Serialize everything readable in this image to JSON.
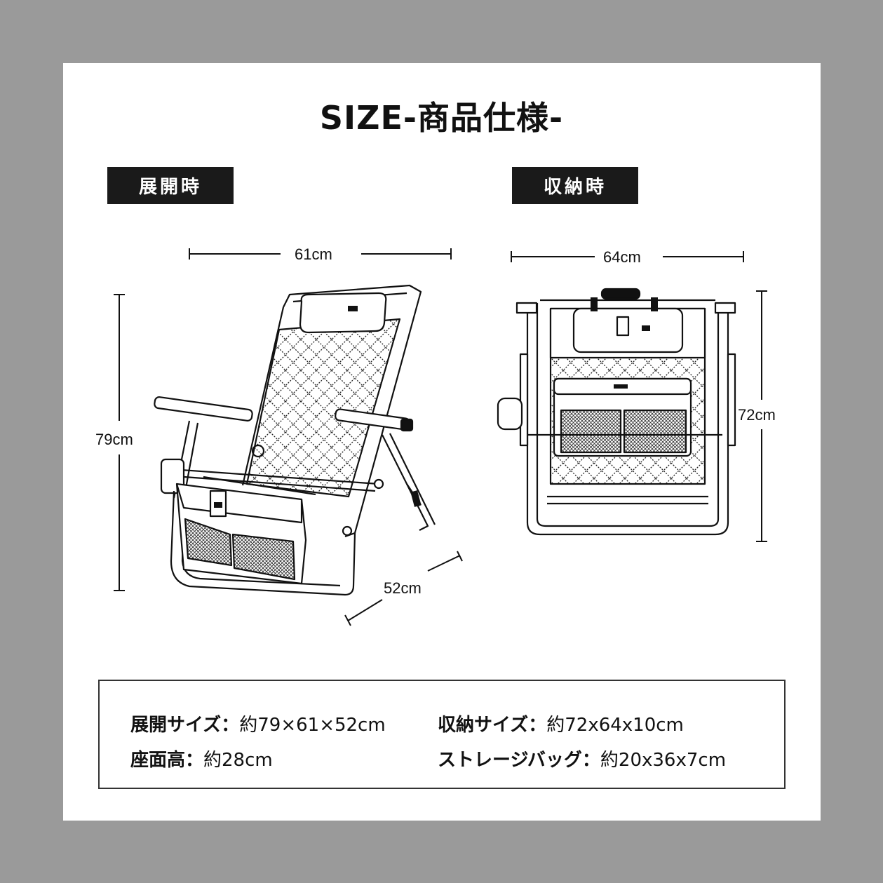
{
  "title": "SIZE-商品仕様-",
  "sections": {
    "open": {
      "label": "展開時",
      "width": "61cm",
      "height": "79cm",
      "depth": "52cm"
    },
    "stored": {
      "label": "収納時",
      "width": "64cm",
      "height": "72cm"
    }
  },
  "specs": [
    {
      "key": "展開サイズ：",
      "value": "約79×61×52cm"
    },
    {
      "key": "収納サイズ：",
      "value": "約72x64x10cm"
    },
    {
      "key": "座面高：",
      "value": "約28cm"
    },
    {
      "key": "ストレージバッグ：",
      "value": "約20x36x7cm"
    }
  ],
  "colors": {
    "background": "#9a9a9a",
    "card": "#ffffff",
    "label_bg": "#1a1a1a",
    "line": "#111111"
  }
}
